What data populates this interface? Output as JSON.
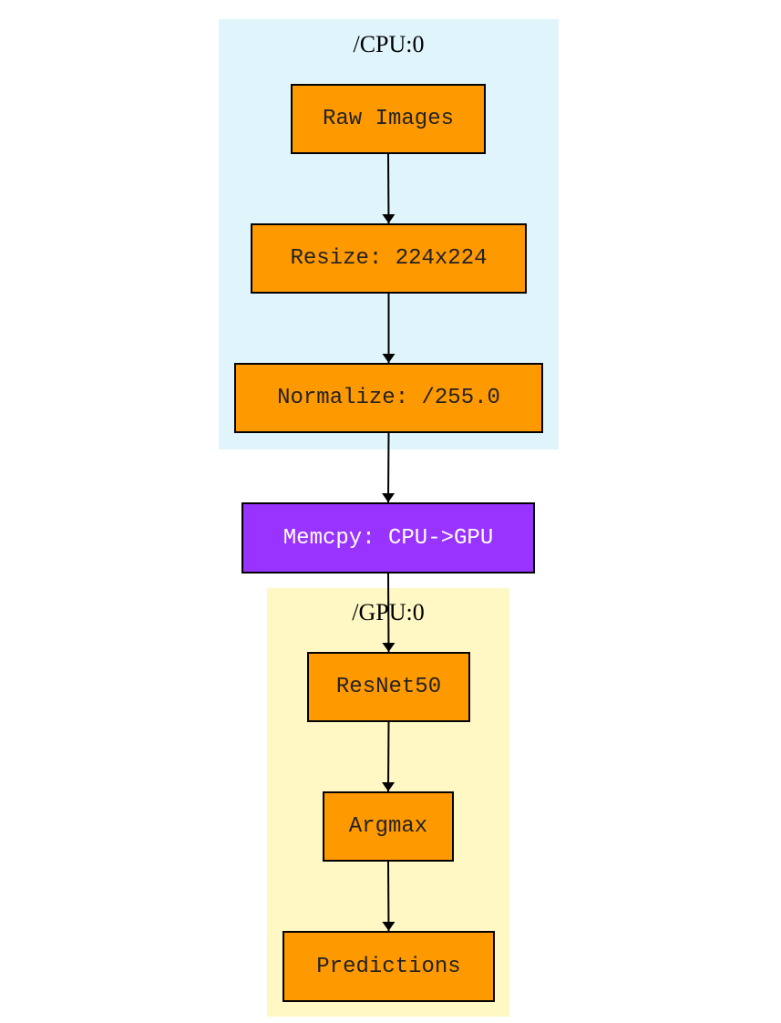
{
  "colors": {
    "cpu_cluster_bg": "#e0f4fc",
    "gpu_cluster_bg": "#fff8c4",
    "op_node_fill": "#ff9900",
    "op_node_text": "#222222",
    "memcpy_fill": "#9933ff",
    "memcpy_text": "#ffffff",
    "edge": "#000000"
  },
  "clusters": {
    "cpu": {
      "label": "/CPU:0"
    },
    "gpu": {
      "label": "/GPU:0"
    }
  },
  "nodes": {
    "raw_images": "Raw Images",
    "resize": "Resize: 224x224",
    "normalize": "Normalize: /255.0",
    "memcpy": "Memcpy: CPU->GPU",
    "resnet50": "ResNet50",
    "argmax": "Argmax",
    "predictions": "Predictions"
  },
  "edges": [
    [
      "raw_images",
      "resize"
    ],
    [
      "resize",
      "normalize"
    ],
    [
      "normalize",
      "memcpy"
    ],
    [
      "memcpy",
      "resnet50"
    ],
    [
      "resnet50",
      "argmax"
    ],
    [
      "argmax",
      "predictions"
    ]
  ]
}
